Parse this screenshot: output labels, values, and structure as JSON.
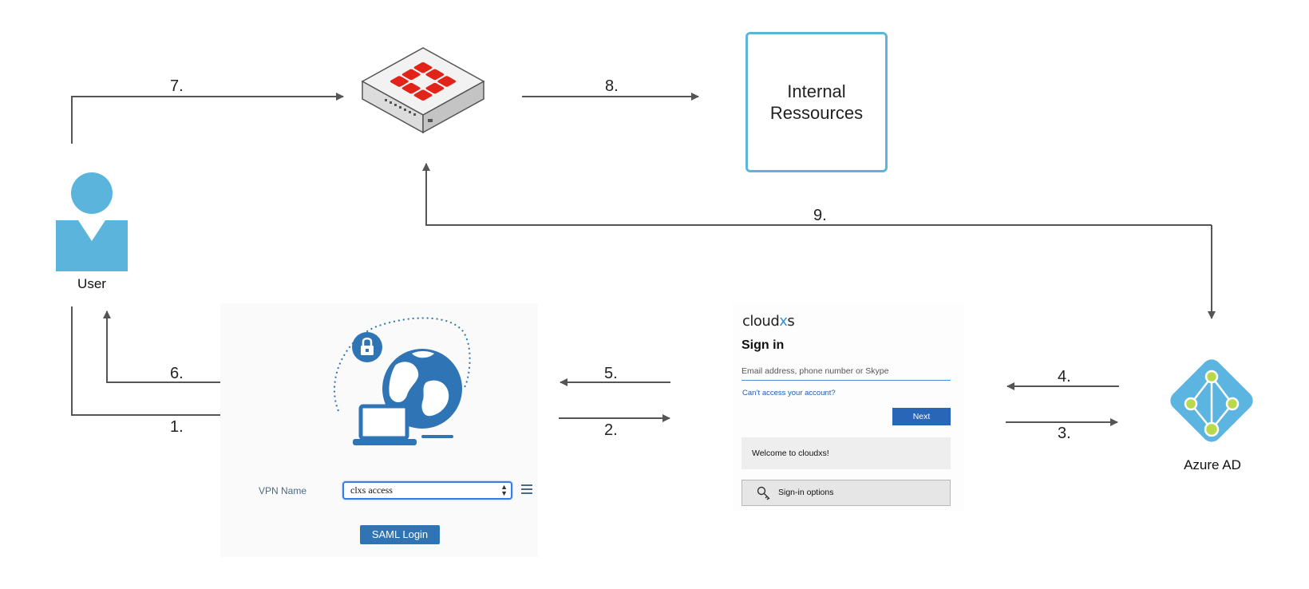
{
  "steps": {
    "s1": "1.",
    "s2": "2.",
    "s3": "3.",
    "s4": "4.",
    "s5": "5.",
    "s6": "6.",
    "s7": "7.",
    "s8": "8.",
    "s9": "9."
  },
  "nodes": {
    "user_label": "User",
    "resources_label": "Internal\nRessources",
    "azure_label": "Azure AD"
  },
  "vpn_client": {
    "field_label": "VPN Name",
    "selected_value": "clxs access",
    "login_button": "SAML Login"
  },
  "signin": {
    "brand_prefix": "cloud",
    "brand_x": "x",
    "brand_suffix": "s",
    "title": "Sign in",
    "email_placeholder": "Email address, phone number or Skype",
    "cant_access_link": "Can’t access your account?",
    "next_button": "Next",
    "welcome_text": "Welcome to cloudxs!",
    "options_button": "Sign-in options"
  },
  "colors": {
    "user_blue": "#5ab4dc",
    "resources_border": "#5fb4db",
    "fortinet_red": "#e2231a",
    "azure_blue": "#5bb5e0",
    "azure_green": "#b9d94b",
    "arrow_gray": "#555555"
  },
  "icons": {
    "user": "person-icon",
    "firewall": "fortigate-appliance-icon",
    "vpn": "globe-laptop-lock-icon",
    "azure": "azure-ad-icon",
    "key": "key-icon"
  }
}
